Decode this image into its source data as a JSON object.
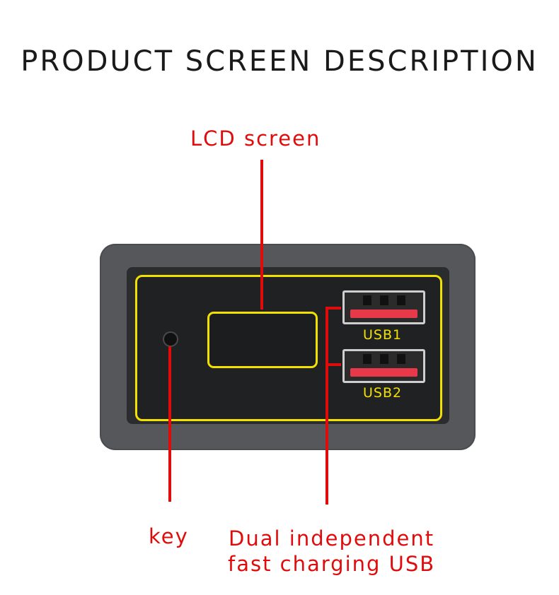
{
  "title": "PRODUCT SCREEN DESCRIPTION",
  "callouts": {
    "lcd": "LCD screen",
    "key": "key",
    "usb_line1": "Dual independent",
    "usb_line2": "fast charging USB"
  },
  "ports": {
    "usb1": "USB1",
    "usb2": "USB2"
  },
  "colors": {
    "callout_red": "#e00c0c",
    "frame_yellow": "#f1e000",
    "housing_gray": "#55575a",
    "usb_pink": "#e8394a"
  }
}
